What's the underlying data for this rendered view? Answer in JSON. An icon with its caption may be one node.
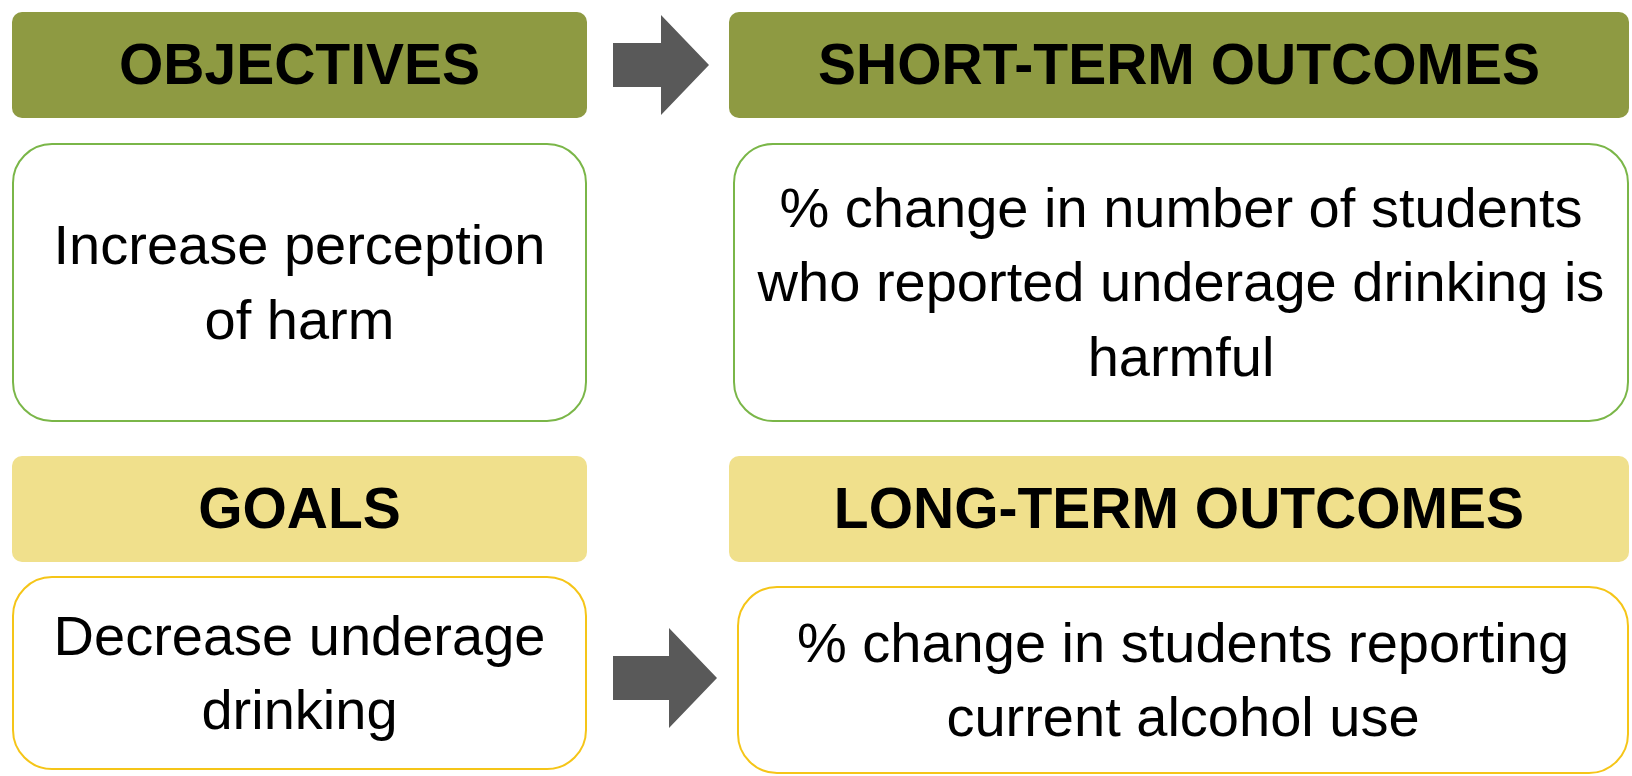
{
  "diagram": {
    "nodes": [
      {
        "text": [
          "OBJECTIVES"
        ]
      },
      {
        "text": [
          "SHORT-TERM OUTCOMES"
        ]
      },
      {
        "text": [
          "Increase perception of harm"
        ]
      },
      {
        "text": [
          "% change in number of students who reported underage drinking is harmful"
        ]
      },
      {
        "text": [
          "GOALS"
        ]
      },
      {
        "text": [
          "LONG-TERM OUTCOMES"
        ]
      },
      {
        "text": [
          "Decrease underage drinking"
        ]
      },
      {
        "text": [
          "% change in students reporting current alcohol use"
        ]
      }
    ],
    "edges": [
      {
        "from": 0,
        "to": 1,
        "arrow": "to"
      },
      {
        "from": 6,
        "to": 7,
        "arrow": "to"
      }
    ]
  }
}
